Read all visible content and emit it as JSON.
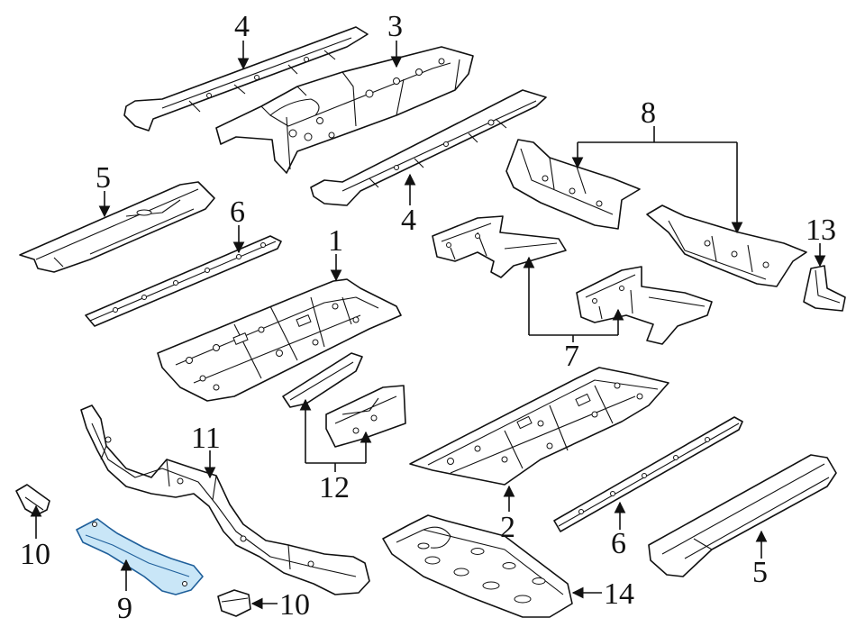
{
  "diagram": {
    "labels": {
      "p1": "1",
      "p2": "2",
      "p3": "3",
      "p4a": "4",
      "p4b": "4",
      "p5a": "5",
      "p5b": "5",
      "p6a": "6",
      "p6b": "6",
      "p7": "7",
      "p8": "8",
      "p9": "9",
      "p10a": "10",
      "p10b": "10",
      "p11": "11",
      "p12": "12",
      "p13": "13",
      "p14": "14"
    },
    "highlight_color": "#c9e6f7",
    "highlight_stroke": "#1f5f9a",
    "highlighted_part": "9"
  }
}
